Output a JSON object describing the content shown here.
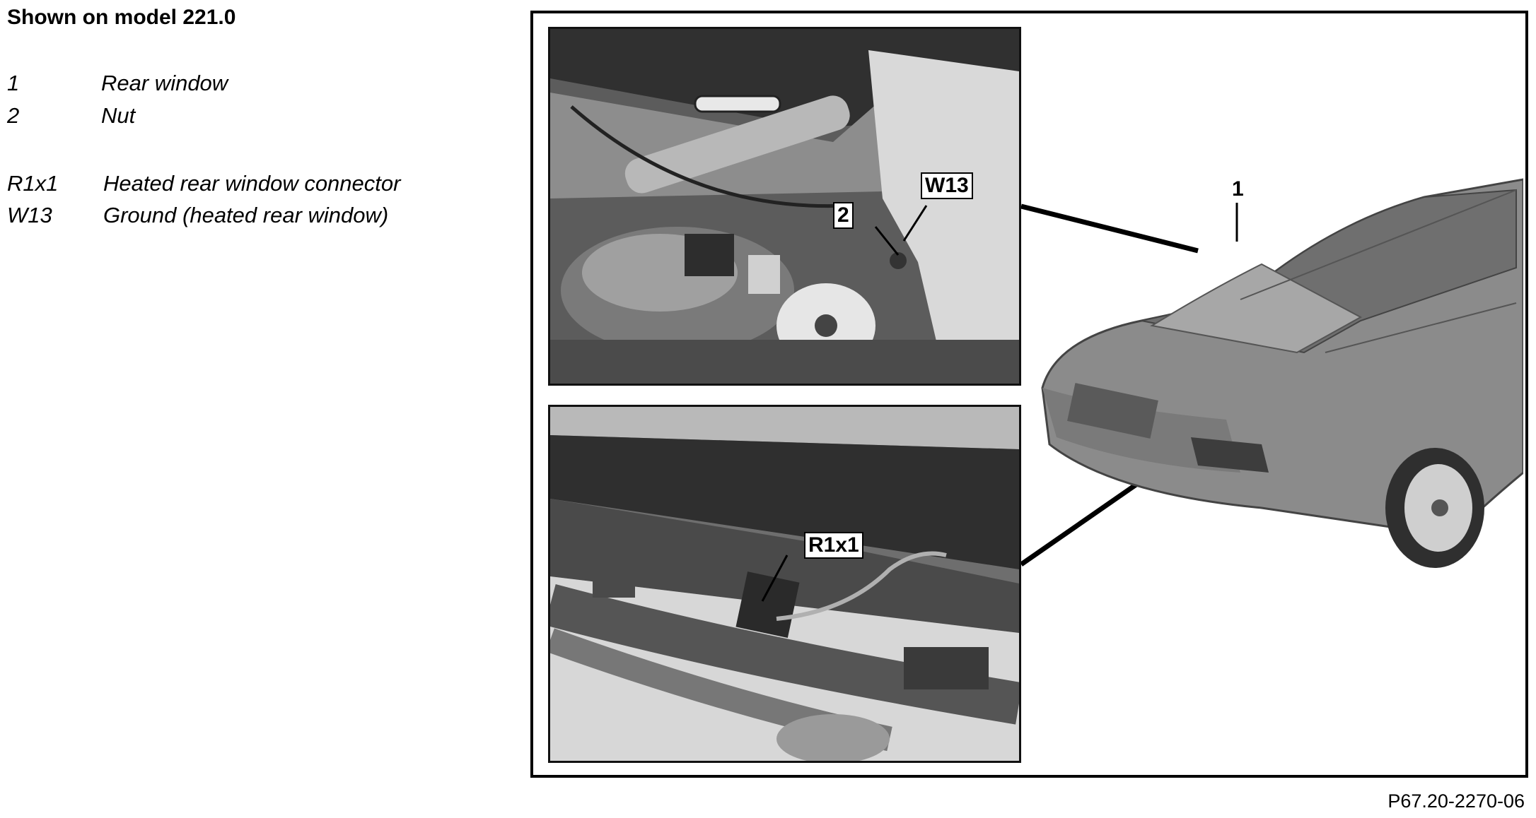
{
  "heading": "Shown on model 221.0",
  "legend": [
    {
      "code": "1",
      "desc": "Rear window"
    },
    {
      "code": "2",
      "desc": "Nut"
    },
    {
      "code": "R1x1",
      "desc": "Heated rear window connector"
    },
    {
      "code": "W13",
      "desc": "Ground (heated rear window)"
    }
  ],
  "callouts": {
    "top_nut": "2",
    "top_ground": "W13",
    "bottom_connector": "R1x1",
    "car_rear_window": "1"
  },
  "figure_number": "P67.20-2270-06"
}
